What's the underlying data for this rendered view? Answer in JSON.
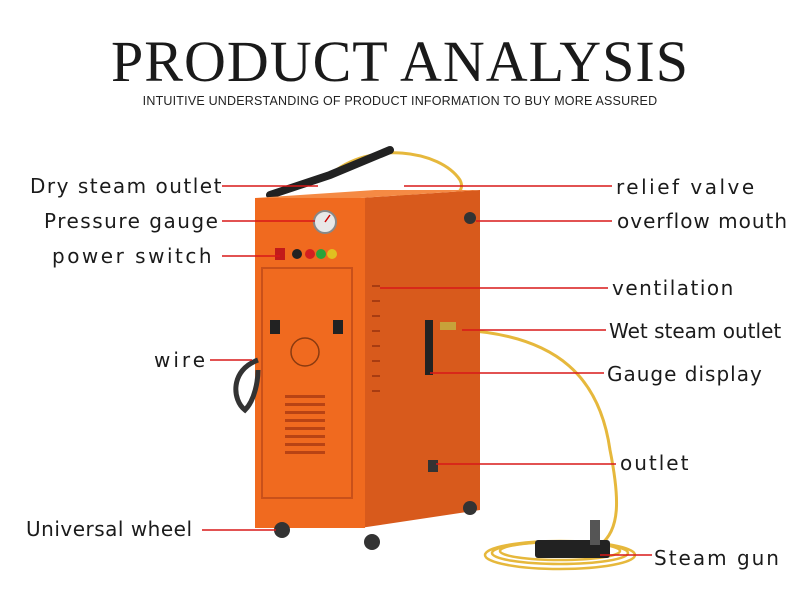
{
  "header": {
    "title": "PRODUCT ANALYSIS",
    "subtitle": "INTUITIVE UNDERSTANDING OF PRODUCT INFORMATION TO BUY MORE ASSURED"
  },
  "labels_left": {
    "dry_steam_outlet": "Dry steam outlet",
    "pressure_gauge": "Pressure gauge",
    "power_switch": "power switch",
    "wire": "wire",
    "universal_wheel": "Universal wheel"
  },
  "labels_right": {
    "relief_valve": "relief valve",
    "overflow_mouth": "overflow mouth",
    "ventilation": "ventilation",
    "wet_steam_outlet": "Wet steam outlet",
    "gauge_display": "Gauge display",
    "outlet": "outlet",
    "steam_gun": "Steam gun"
  },
  "colors": {
    "body": "#f06a1f",
    "body_dark": "#c9501a",
    "leader": "#d81818",
    "hose": "#e6b83c"
  }
}
